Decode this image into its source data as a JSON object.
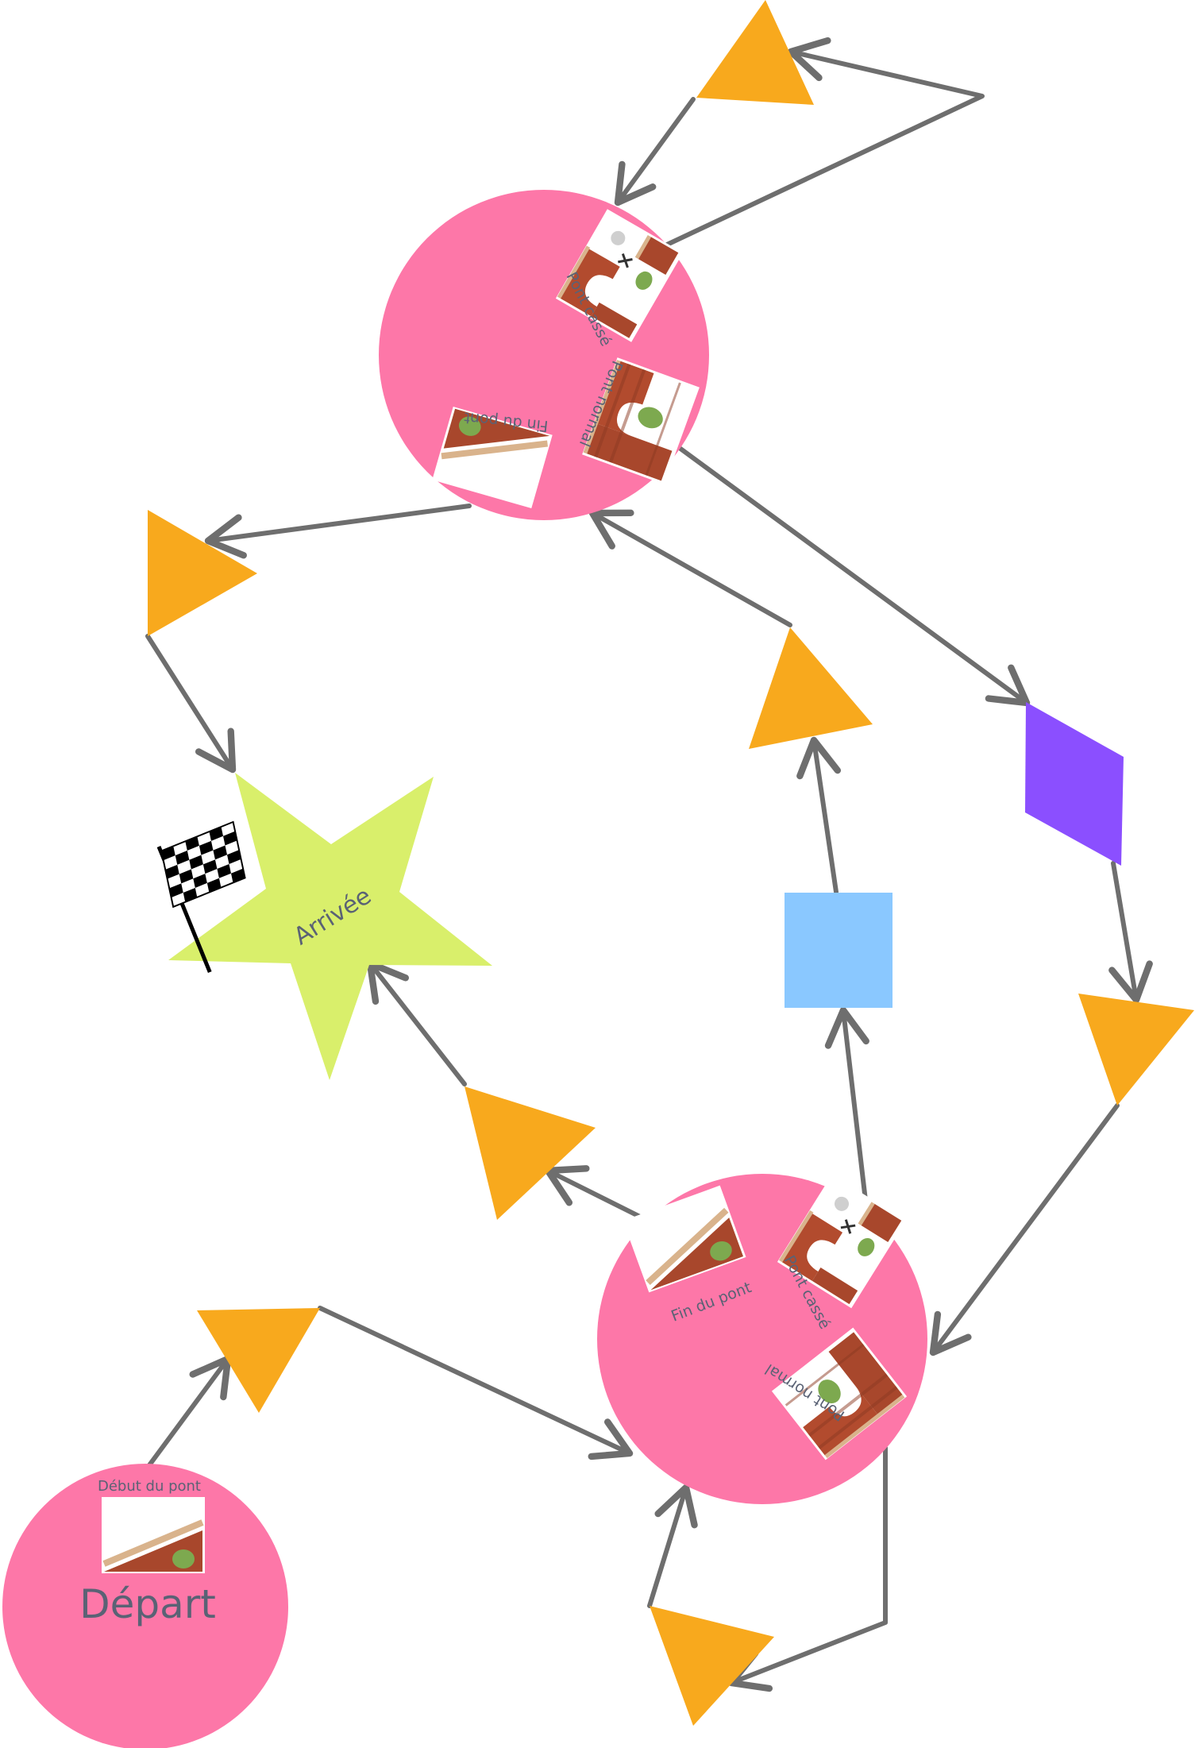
{
  "nodes": {
    "start": {
      "label": "Départ",
      "card_label": "Début du pont"
    },
    "finish": {
      "label": "Arrivée"
    },
    "hub_top": {
      "card_broken": "Pont cassé",
      "card_normal": "Pont normal",
      "card_end": "Fin du pont"
    },
    "hub_bottom": {
      "card_end": "Fin du pont",
      "card_broken": "Pont cassé",
      "card_normal": "Pont normal"
    }
  },
  "colors": {
    "hub": "#fd77a8",
    "triangle": "#f8a91d",
    "star": "#d9ef6b",
    "square": "#8ac8ff",
    "diamond": "#8b4fff",
    "arrow": "#6e6e6e",
    "text": "#5a6275"
  },
  "icons": [
    "checkered-flag-icon",
    "bridge-picture-icon"
  ]
}
